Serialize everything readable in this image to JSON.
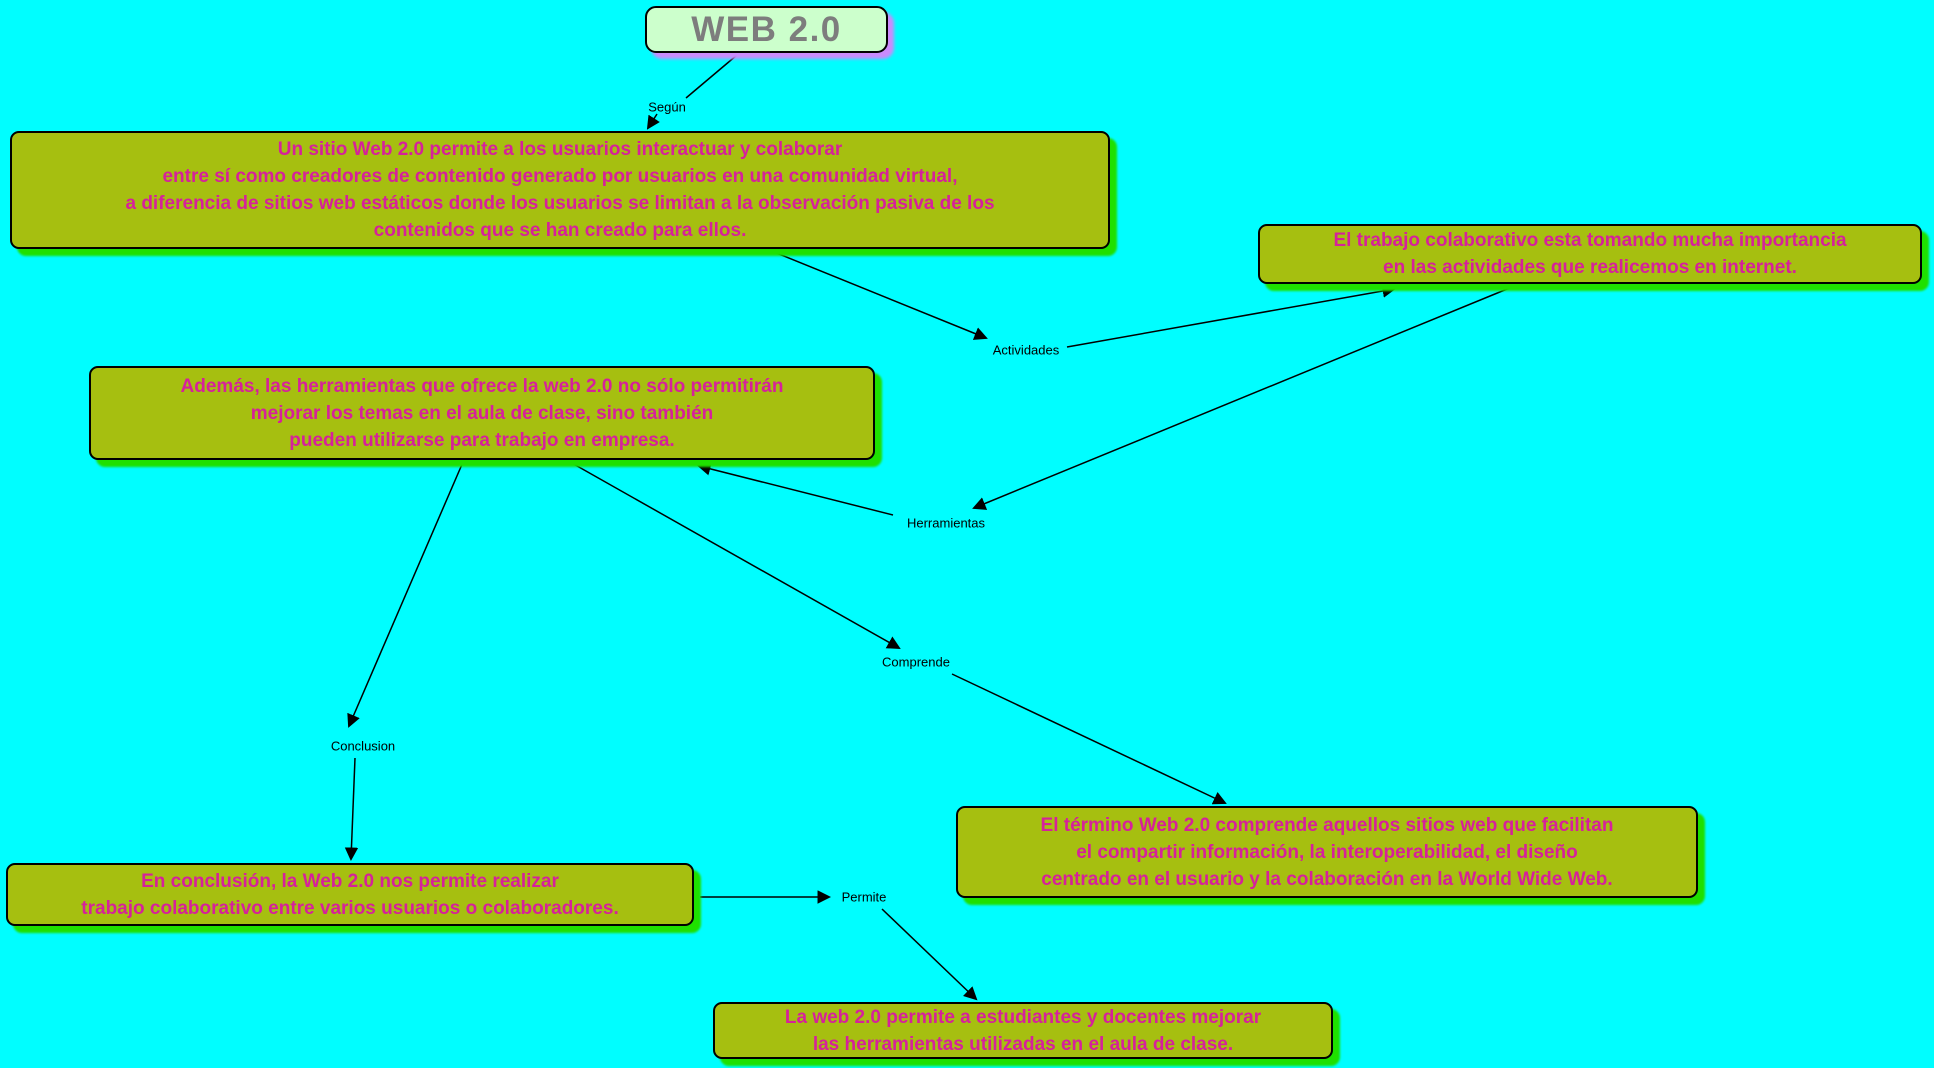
{
  "canvas": {
    "background_color": "#00feff"
  },
  "styles": {
    "concept_fill": "#a6bf10",
    "concept_text_color": "#d6219b",
    "concept_shadow_color": "#1fe000",
    "title_fill": "#ccffcc",
    "title_text_color": "#7d7d7d",
    "title_shadow_color": "#ca8bfc",
    "line_color": "#000000",
    "label_text_color": "#000000"
  },
  "title_node": {
    "text": "WEB 2.0"
  },
  "concepts": {
    "definition": {
      "text": "Un sitio Web 2.0 permite a los usuarios interactuar y colaborar\nentre sí como creadores de contenido generado por usuarios en una comunidad virtual,\na diferencia de sitios web estáticos donde los usuarios se limitan a la observación pasiva de los\ncontenidos que se han creado para ellos."
    },
    "trabajo": {
      "text": "El trabajo colaborativo esta tomando mucha importancia\nen las actividades que realicemos en internet."
    },
    "herramientas_aula": {
      "text": "Además, las herramientas que ofrece la web 2.0 no sólo permitirán\nmejorar los temas en el aula de clase, sino también\npueden utilizarse para trabajo en empresa."
    },
    "conclusion": {
      "text": "En conclusión, la Web 2.0 nos permite realizar\ntrabajo colaborativo entre varios usuarios o colaboradores."
    },
    "termino": {
      "text": "El término Web 2.0 comprende aquellos sitios web que facilitan\nel compartir información, la interoperabilidad, el diseño\ncentrado en el usuario y la colaboración en la World Wide Web."
    },
    "aula": {
      "text": "La web 2.0 permite a estudiantes y docentes mejorar\nlas herramientas utilizadas en el aula de clase."
    }
  },
  "link_labels": {
    "segun": "Según",
    "actividades": "Actividades",
    "herramientas": "Herramientas",
    "comprende": "Comprende",
    "conclusion": "Conclusion",
    "permite": "Permite"
  }
}
